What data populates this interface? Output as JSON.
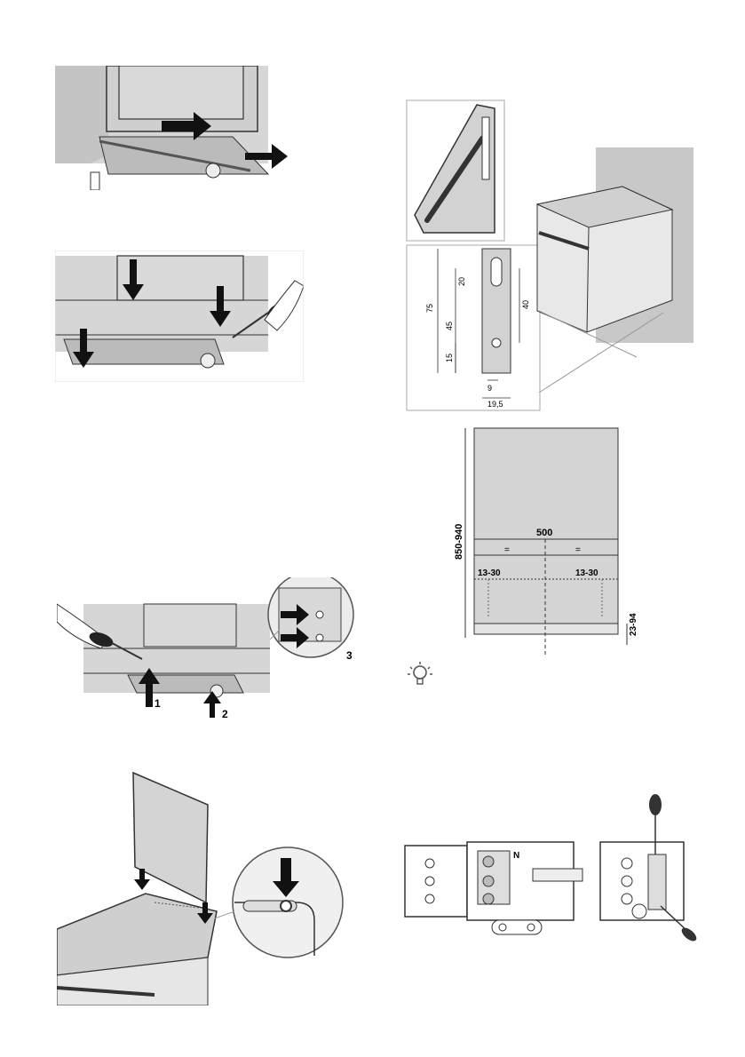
{
  "figures": {
    "drawer_remove": {},
    "drawer_lower": {},
    "drawer_insert": {
      "labels": {
        "one": "1",
        "two": "2",
        "three": "3"
      }
    },
    "lid_mount": {},
    "tipping_bracket": {
      "dims": {
        "d75": "75",
        "d20": "20",
        "d45": "45",
        "d15": "15",
        "d40": "40",
        "d9": "9",
        "d19_5": "19,5"
      }
    },
    "wall_dimensions": {
      "height": "850-940",
      "width": "500",
      "eq_left": "=",
      "eq_right": "=",
      "offset_left": "13-30",
      "offset_right": "13-30",
      "bottom": "23-94"
    },
    "terminal_block": {
      "n_label": "N"
    }
  },
  "icons": {
    "tip": "lightbulb-icon"
  }
}
